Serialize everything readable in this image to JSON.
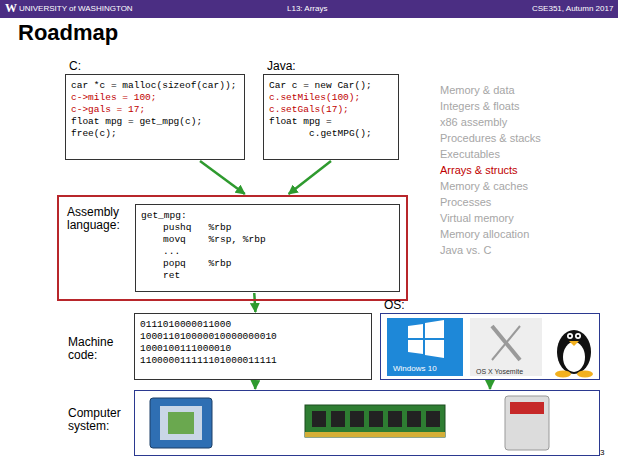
{
  "diagram": {
    "title": "Roadmap",
    "nodes": [
      {
        "text": [
          "C:",
          "car *c = malloc(sizeof(car));",
          "c->miles = 100;",
          "c->gals = 17;",
          "float mpg = get_mpg(c);",
          "free(c);"
        ]
      },
      {
        "text": [
          "Java:",
          "Car c = new Car();",
          "c.setMiles(100);",
          "c.setGals(17);",
          "float mpg =",
          "c.getMPG();"
        ]
      },
      {
        "text": [
          "Assembly language:"
        ]
      },
      {
        "text": [
          "get_mpg:",
          "pushq   %rbp",
          "movq    %rsp, %rbp",
          "...",
          "popq    %rbp",
          "ret"
        ],
        "in": 2
      },
      {
        "text": [
          "Machine code:",
          "0111010000011000",
          "100011010000010000000010",
          "1000100111000010",
          "110000011111101000011111"
        ]
      },
      {
        "text": [
          "OS:",
          "Windows 10",
          "OS X Yosemite"
        ]
      },
      {
        "text": [
          "Computer system:"
        ]
      }
    ],
    "edges": [
      {
        "from": 0,
        "to": 2,
        "arrow": "to"
      },
      {
        "from": 1,
        "to": 2,
        "arrow": "to"
      },
      {
        "from": 3,
        "to": 4,
        "arrow": "to"
      },
      {
        "from": 4,
        "to": 6,
        "arrow": "to"
      },
      {
        "from": 5,
        "to": 6,
        "arrow": "to"
      }
    ],
    "labels": [
      "W",
      "UNIVERSITY of WASHINGTON",
      "L13: Arrays",
      "CSE351, Autumn 2017",
      "Memory & data",
      "Integers & floats",
      "x86 assembly",
      "Procedures & stacks",
      "Executables",
      "Arrays & structs",
      "Memory & caches",
      "Processes",
      "Virtual memory",
      "Memory allocation",
      "Java vs. C",
      "3"
    ]
  }
}
